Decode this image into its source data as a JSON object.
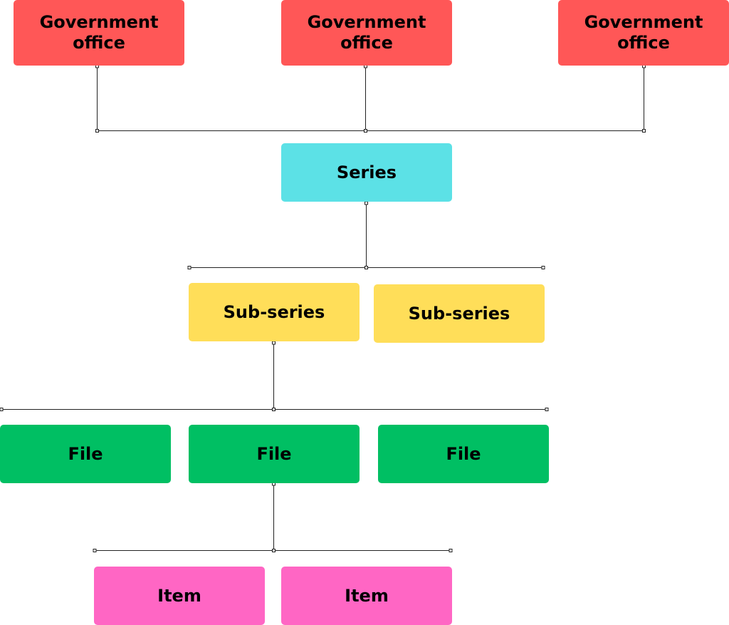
{
  "colors": {
    "government_office": "#ff5757",
    "series": "#5ce1e6",
    "sub_series": "#ffde59",
    "file": "#00bf63",
    "item": "#ff66c4",
    "connector": "#222222"
  },
  "offices": [
    {
      "label": "Government office"
    },
    {
      "label": "Government office"
    },
    {
      "label": "Government office"
    }
  ],
  "series": {
    "label": "Series"
  },
  "sub_series": [
    {
      "label": "Sub-series"
    },
    {
      "label": "Sub-series"
    }
  ],
  "files": [
    {
      "label": "File"
    },
    {
      "label": "File"
    },
    {
      "label": "File"
    }
  ],
  "items": [
    {
      "label": "Item"
    },
    {
      "label": "Item"
    }
  ]
}
